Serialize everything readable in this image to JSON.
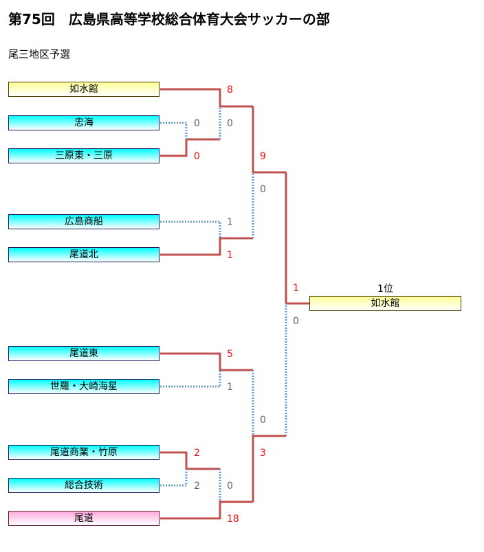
{
  "title": "第75回　広島県高等学校総合体育大会サッカーの部",
  "subtitle": "尾三地区予選",
  "teams": [
    "如水館",
    "忠海",
    "三原東・三原",
    "広島商船",
    "尾道北",
    "尾道東",
    "世羅・大崎海星",
    "尾道商業・竹原",
    "総合技術",
    "尾道"
  ],
  "champion": {
    "rank_label": "1位",
    "name": "如水館"
  },
  "scores": {
    "r1_josuikan": "8",
    "r1_tadanoumi": "0",
    "r1_mihara": "0",
    "r1_qf1_bottom": "0",
    "r1_shosen": "1",
    "r1_onomichikita": "1",
    "r2_top": "9",
    "r2_bottom": "0",
    "final_top": "1",
    "final_bottom": "0",
    "r1_onomichihigashi": "5",
    "r1_sera": "1",
    "r1_shogyo": "2",
    "r1_sogo": "2",
    "r1_qf4_top": "0",
    "r1_onomichi": "18",
    "r2_lower_top": "0",
    "r2_lower_bottom": "3"
  },
  "colors": {
    "win_line": "#c0504d",
    "lose_line": "#6b9bd8",
    "win_score": "#ee1111",
    "lose_score": "#666666"
  }
}
